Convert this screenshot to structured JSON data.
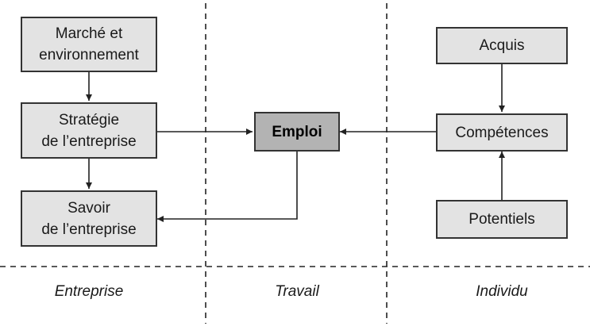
{
  "boxes": {
    "marche": "Marché et\nenvironnement",
    "strategie": "Stratégie\nde l’entreprise",
    "savoir": "Savoir\nde l’entreprise",
    "emploi": "Emploi",
    "acquis": "Acquis",
    "competences": "Compétences",
    "potentiels": "Potentiels"
  },
  "columns": {
    "entreprise": "Entreprise",
    "travail": "Travail",
    "individu": "Individu"
  },
  "colors": {
    "box_fill": "#e3e3e3",
    "emploi_fill": "#b3b3b3",
    "stroke": "#333333"
  }
}
